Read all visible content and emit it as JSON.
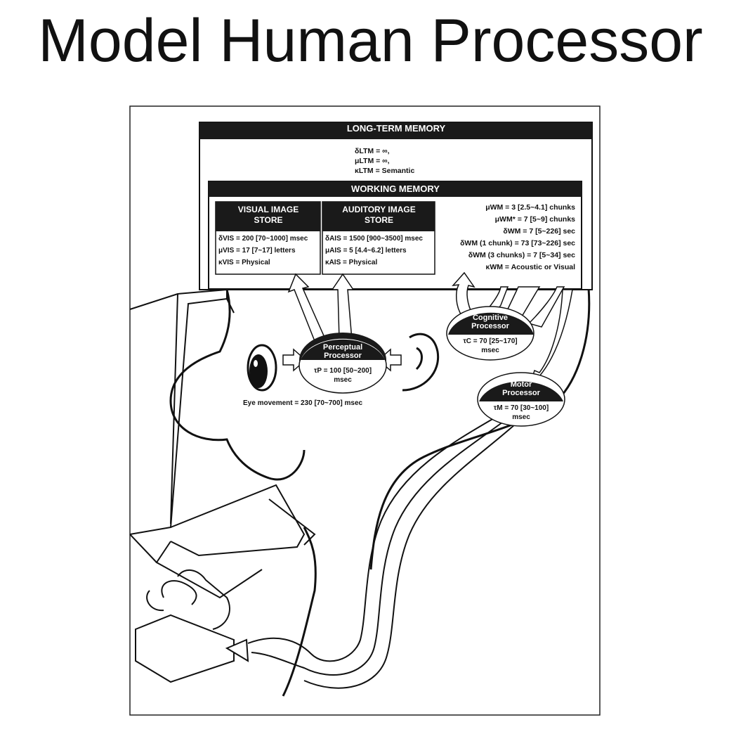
{
  "title": "Model Human Processor",
  "ltm": {
    "header": "LONG-TERM MEMORY",
    "lines": [
      "δLTM = ∞,",
      "μLTM = ∞,",
      "κLTM = Semantic"
    ]
  },
  "wm": {
    "header": "WORKING MEMORY",
    "params": [
      "μWM = 3 [2.5~4.1] chunks",
      "μWM* = 7 [5~9] chunks",
      "δWM = 7 [5~226] sec",
      "δWM (1 chunk) = 73 [73~226] sec",
      "δWM (3 chunks) = 7 [5~34] sec",
      "κWM = Acoustic or Visual"
    ]
  },
  "vis": {
    "header_line1": "VISUAL IMAGE",
    "header_line2": "STORE",
    "lines": [
      "δVIS = 200 [70~1000] msec",
      "μVIS = 17 [7~17] letters",
      "κVIS = Physical"
    ]
  },
  "aud": {
    "header_line1": "AUDITORY IMAGE",
    "header_line2": "STORE",
    "lines": [
      "δAIS = 1500 [900~3500] msec",
      "μAIS = 5 [4.4~6.2] letters",
      "κAIS = Physical"
    ]
  },
  "perceptual": {
    "name_line1": "Perceptual",
    "name_line2": "Processor",
    "value": "τP = 100 [50~200]",
    "unit": "msec"
  },
  "cognitive": {
    "name_line1": "Cognitive",
    "name_line2": "Processor",
    "value": "τC = 70 [25~170]",
    "unit": "msec"
  },
  "motor": {
    "name_line1": "Motor",
    "name_line2": "Processor",
    "value": "τM = 70 [30~100]",
    "unit": "msec"
  },
  "eye_movement": "Eye movement = 230 [70~700] msec"
}
